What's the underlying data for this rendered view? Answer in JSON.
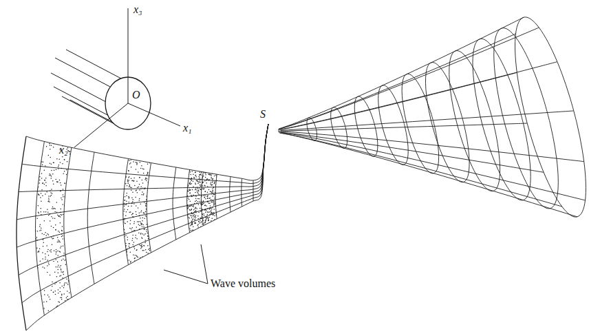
{
  "diagram": {
    "labels": [
      "x₃",
      "O",
      "x₂",
      "x₁",
      "S",
      "Wave volumes"
    ]
  }
}
